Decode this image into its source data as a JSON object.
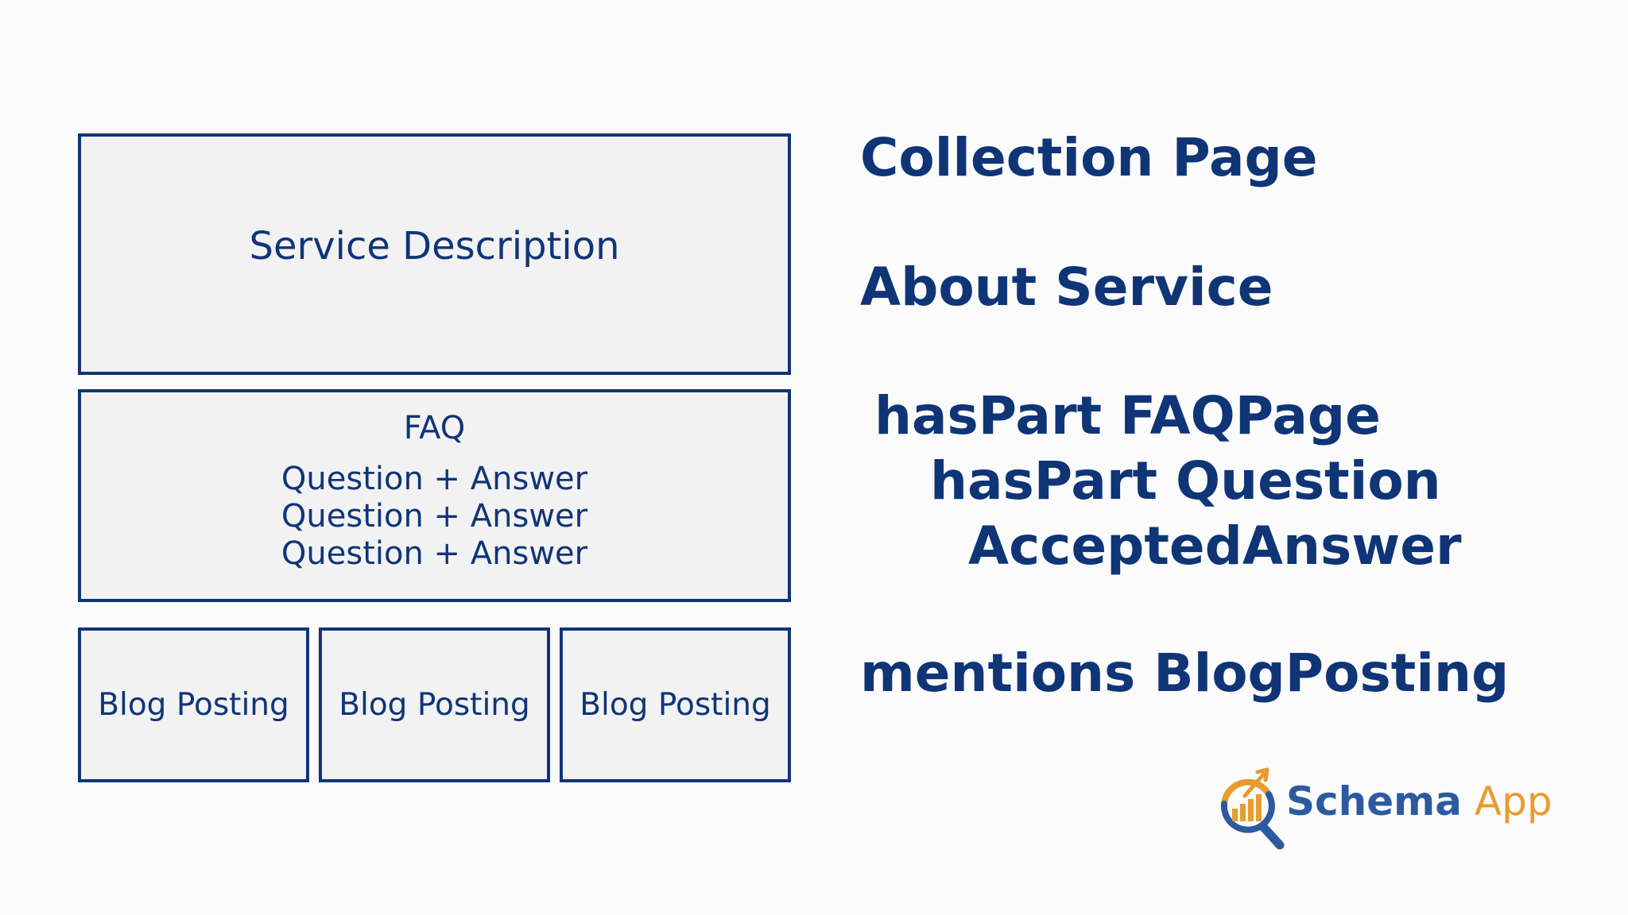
{
  "diagram": {
    "service_box": {
      "label": "Service Description"
    },
    "faq_box": {
      "title": "FAQ",
      "items": [
        "Question + Answer",
        "Question + Answer",
        "Question + Answer"
      ]
    },
    "blog_boxes": [
      "Blog Posting",
      "Blog Posting",
      "Blog Posting"
    ]
  },
  "schema_labels": {
    "collection": "Collection Page",
    "about": "About Service",
    "faqpage": "hasPart FAQPage",
    "question": "hasPart Question",
    "answer": "AcceptedAnswer",
    "mentions": "mentions BlogPosting"
  },
  "logo": {
    "word1": "Schema",
    "word2": "App",
    "icon": "magnifier-chart-icon"
  },
  "colors": {
    "primary_navy": "#0f3577",
    "box_fill": "#f2f2f3",
    "logo_blue": "#2c5aa0",
    "logo_orange": "#e89b2e"
  }
}
